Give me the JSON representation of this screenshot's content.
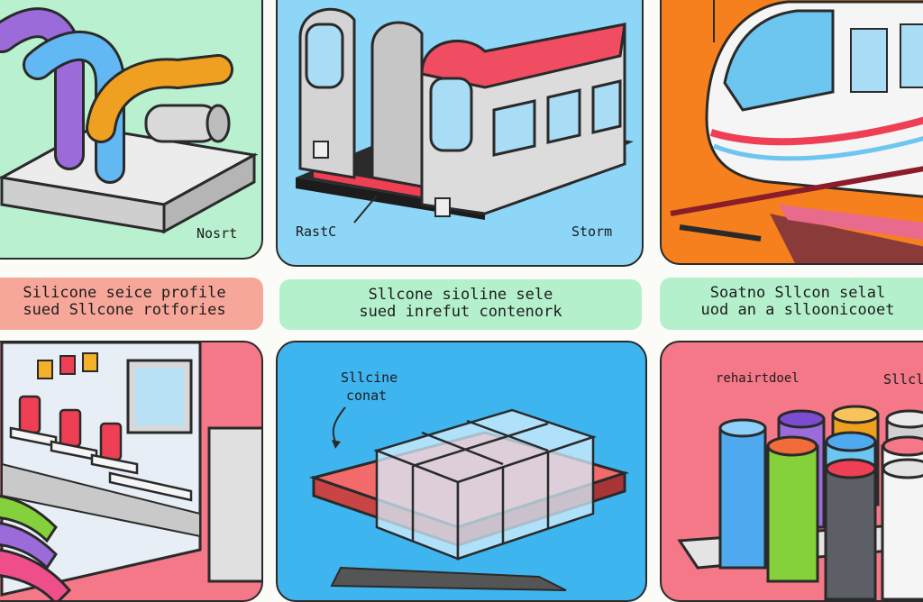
{
  "colors": {
    "mint": "#b8f0d0",
    "sky": "#8ed6f7",
    "orange": "#f7801e",
    "salmon": "#f6a79a",
    "pink": "#f47887",
    "red": "#ee3f55",
    "outline": "#2a2a2a"
  },
  "panels": {
    "top_left": {
      "label": "Nosrt"
    },
    "top_middle": {
      "label_left": "RastC",
      "label_right": "Storm"
    },
    "top_right": {},
    "bottom_left": {},
    "bottom_middle": {
      "label_line1": "Sllcine",
      "label_line2": "conat"
    },
    "bottom_right": {
      "label_left": "rehairtdoel",
      "label_right": "Sllcl"
    }
  },
  "banners": {
    "left": {
      "line1": "Silicone seice profile",
      "line2": "sued Sllcone rotfories"
    },
    "middle": {
      "line1": "Sllcone sioline sele",
      "line2": "sued inrefut contenork"
    },
    "right": {
      "line1": "Soatno Sllcon selal",
      "line2": "uod an a slloonicooet"
    }
  },
  "icons": {
    "top_left": "silicone-tube-rack-illustration",
    "top_middle": "metro-car-illustration",
    "top_right": "high-speed-train-illustration",
    "bottom_left": "train-interior-seats-illustration",
    "bottom_middle": "transparent-seal-block-illustration",
    "bottom_right": "silicone-roll-set-illustration"
  }
}
